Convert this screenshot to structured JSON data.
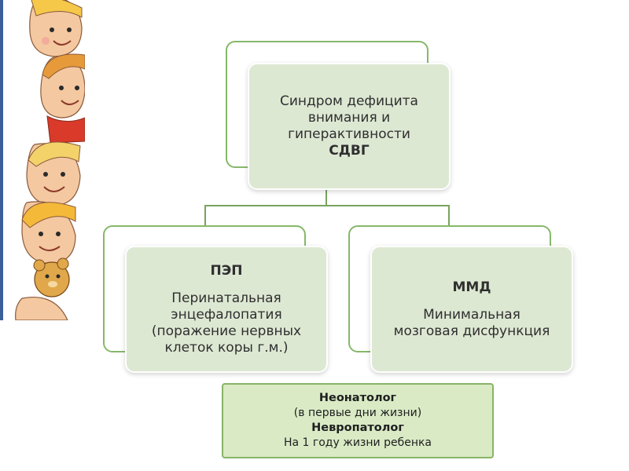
{
  "diagram": {
    "top_node": {
      "lines": [
        "Синдром дефицита",
        "внимания и",
        "гиперактивности"
      ],
      "abbrev": "СДВГ"
    },
    "left_node": {
      "abbrev": "ПЭП",
      "lines": [
        "Перинатальная",
        "энцефалопатия",
        "(поражение нервных",
        "клеток коры г.м.)"
      ]
    },
    "right_node": {
      "abbrev": "ММД",
      "lines": [
        "Минимальная",
        "мозговая дисфункция"
      ]
    },
    "bottom_box": {
      "line1": "Неонатолог",
      "line2": "(в первые дни жизни)",
      "line3": "Невропатолог",
      "line4": "На 1 году жизни ребенка"
    }
  },
  "colors": {
    "box_fill": "#dde8d3",
    "outline": "#86b86a",
    "bottom_fill": "#d9eac5",
    "stripe": "#3b5f9b"
  },
  "icons": {
    "left_art": "cartoon-children-faces"
  }
}
